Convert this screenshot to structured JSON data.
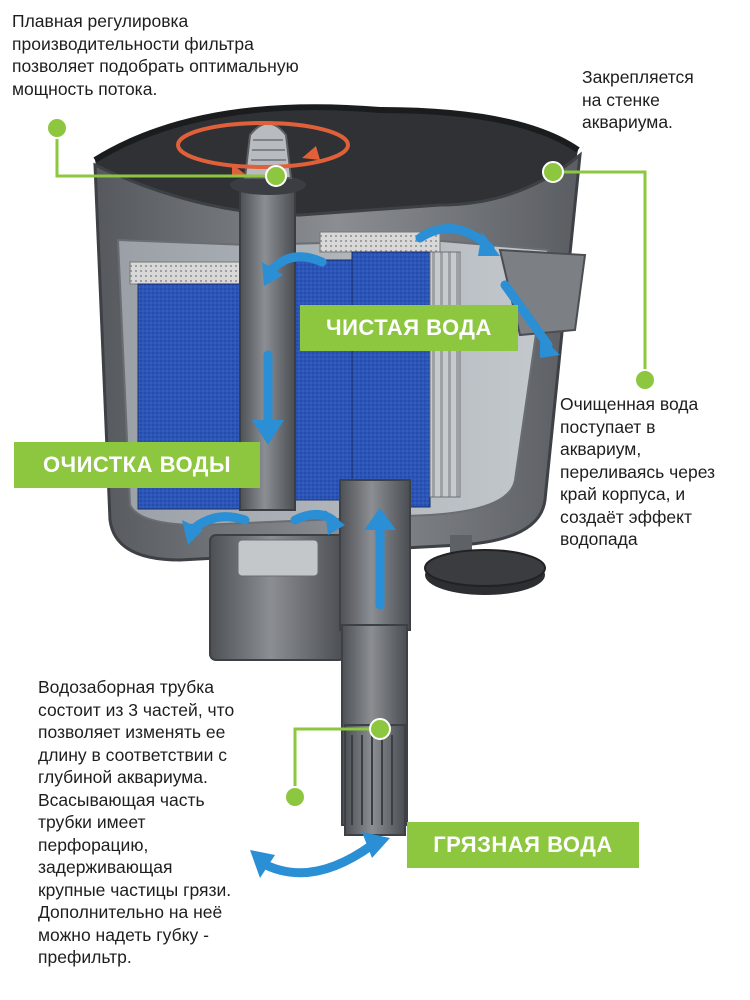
{
  "notes": {
    "flow_control": [
      "Плавная регулировка",
      "производительности фильтра",
      "позволяет подобрать оптимальную",
      "мощность потока."
    ],
    "mounting": [
      "Закрепляется",
      "на стенке",
      "аквариума."
    ],
    "outflow": [
      "Очищенная вода",
      "поступает в",
      "аквариум,",
      "переливаясь через",
      "край корпуса, и",
      "создаёт эффект",
      "водопада"
    ],
    "intake_tube": [
      "Водозаборная трубка",
      "состоит из 3 частей, что",
      "позволяет изменять ее",
      "длину в соответствии с",
      "глубиной аквариума.",
      "Всасывающая часть",
      "трубки имеет",
      "перфорацию,",
      "задерживающая",
      "крупные частицы грязи.",
      "Дополнительно на неё",
      "можно надеть губку -",
      "префильтр."
    ]
  },
  "badges": {
    "clean_water": "ЧИСТАЯ ВОДА",
    "water_cleaning": "ОЧИСТКА ВОДЫ",
    "dirty_water": "ГРЯЗНАЯ ВОДА"
  },
  "colors": {
    "accent_green": "#8dc63f",
    "arrow_blue": "#2a8fd4",
    "sponge_blue": "#2b55b8",
    "body_gray": "#6b6e72",
    "rotate_arrow": "#e0603a"
  }
}
